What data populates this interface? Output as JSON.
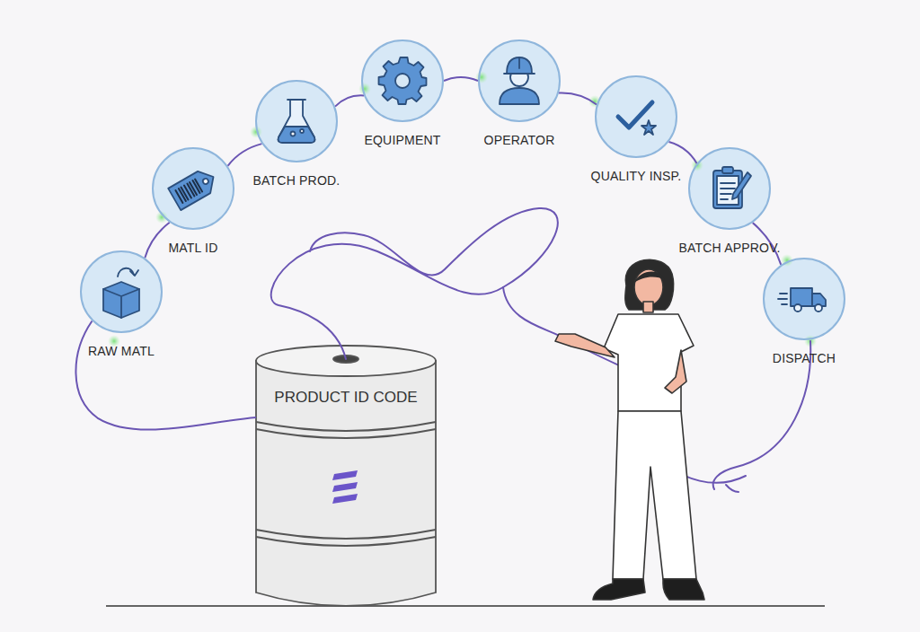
{
  "diagram": {
    "nodes": [
      {
        "text": [
          "RAW MATL"
        ]
      },
      {
        "text": [
          "MATL ID"
        ]
      },
      {
        "text": [
          "BATCH PROD."
        ]
      },
      {
        "text": [
          "EQUIPMENT"
        ]
      },
      {
        "text": [
          "OPERATOR"
        ]
      },
      {
        "text": [
          "QUALITY INSP."
        ]
      },
      {
        "text": [
          "BATCH APPROV."
        ]
      },
      {
        "text": [
          "DISPATCH"
        ]
      },
      {
        "text": [
          "PRODUCT ID CODE"
        ]
      }
    ],
    "edges": [
      {
        "from": 0,
        "to": 1,
        "arrow": "none"
      },
      {
        "from": 1,
        "to": 2,
        "arrow": "none"
      },
      {
        "from": 2,
        "to": 3,
        "arrow": "none"
      },
      {
        "from": 3,
        "to": 4,
        "arrow": "none"
      },
      {
        "from": 4,
        "to": 5,
        "arrow": "none"
      },
      {
        "from": 5,
        "to": 6,
        "arrow": "none"
      },
      {
        "from": 6,
        "to": 7,
        "arrow": "none"
      },
      {
        "from": 0,
        "to": 8,
        "arrow": "none"
      }
    ]
  }
}
